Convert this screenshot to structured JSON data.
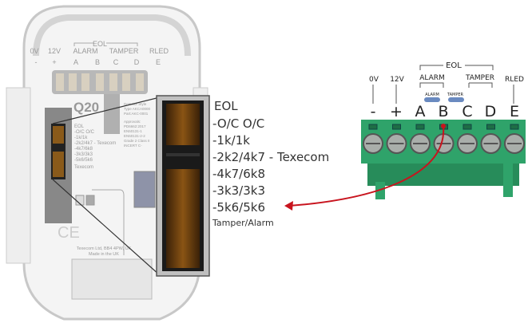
{
  "device": {
    "top_labels": {
      "eol": "EOL",
      "v0": "0V",
      "v12": "12V",
      "alarm": "ALARM",
      "tamper": "TAMPER",
      "rled": "RLED"
    },
    "symbols": {
      "minus": "-",
      "plus": "+",
      "a": "A",
      "b": "B",
      "c": "C",
      "d": "D",
      "e": "E"
    },
    "model": "Q20",
    "eol_list": [
      "EOL",
      "-O/C  O/C",
      "-1k/1k",
      "-2k2/4k7 - Texecom",
      "-4k7/6k8",
      "-3k3/3k3",
      "-5k6/5k6"
    ],
    "spec_label": [
      "Detector Style",
      "Type AKCA0000",
      "Part:AKC-0001",
      "Approvals:",
      "PD6662:2017",
      "EN50131-1",
      "EN50131-2-2",
      "Grade 2 Class II",
      "INCERT C-"
    ],
    "texecom_small": "Texecom",
    "footer": [
      "Texecom Ltd, BB4 4PW, UK",
      "Made in the UK"
    ],
    "ce_mark": "CE"
  },
  "callout": {
    "lines": [
      "EOL",
      "-O/C   O/C",
      "-1k/1k",
      "-2k2/4k7 - Texecom",
      "-4k7/6k8",
      "-3k3/3k3",
      "-5k6/5k6"
    ],
    "footer": "Tamper/Alarm"
  },
  "terminal_block": {
    "eol": "EOL",
    "v0": "0V",
    "v12": "12V",
    "alarm": "ALARM",
    "tamper": "TAMPER",
    "rled": "RLED",
    "resistor_alarm": "ALARM",
    "resistor_tamper": "TAMPER",
    "terminals": [
      "-",
      "+",
      "A",
      "B",
      "C",
      "D",
      "E"
    ],
    "color": "#2fa36a",
    "wire_color": "#c8141e"
  }
}
